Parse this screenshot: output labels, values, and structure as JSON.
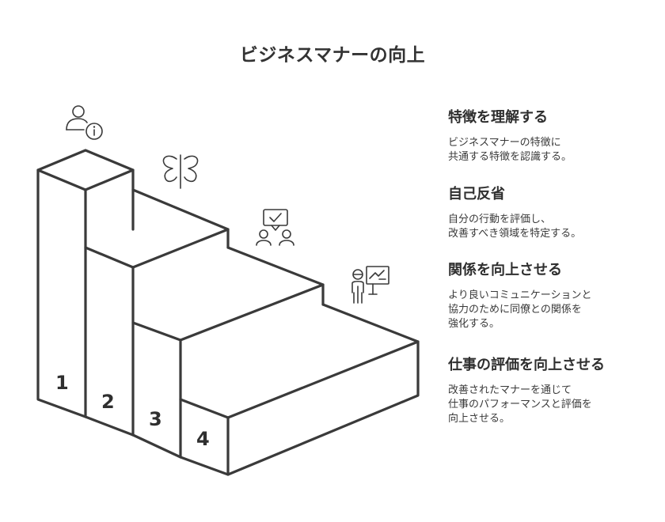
{
  "title": "ビジネスマナーの向上",
  "steps": [
    {
      "number": "1",
      "icon": "user-info-icon",
      "heading": "特徴を理解する",
      "description": "ビジネスマナーの特徴に\n共通する特徴を認識する。"
    },
    {
      "number": "2",
      "icon": "butterfly-mirror-icon",
      "heading": "自己反省",
      "description": "自分の行動を評価し、\n改善すべき領域を特定する。"
    },
    {
      "number": "3",
      "icon": "people-approval-icon",
      "heading": "関係を向上させる",
      "description": "より良いコミュニケーションと\n協力のために同僚との関係を\n強化する。"
    },
    {
      "number": "4",
      "icon": "presenter-chart-icon",
      "heading": "仕事の評価を向上させる",
      "description": "改善されたマナーを通じて\n仕事のパフォーマンスと評価を\n向上させる。"
    }
  ]
}
